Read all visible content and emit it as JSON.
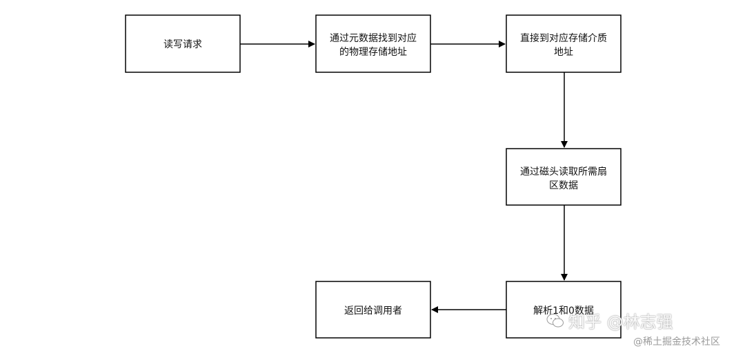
{
  "nodes": [
    {
      "id": "n1",
      "label_lines": [
        "读写请求"
      ]
    },
    {
      "id": "n2",
      "label_lines": [
        "通过元数据找到对应",
        "的物理存储地址"
      ]
    },
    {
      "id": "n3",
      "label_lines": [
        "直接到对应存储介质",
        "地址"
      ]
    },
    {
      "id": "n4",
      "label_lines": [
        "通过磁头读取所需扇",
        "区数据"
      ]
    },
    {
      "id": "n5",
      "label_lines": [
        "解析1和0数据"
      ]
    },
    {
      "id": "n6",
      "label_lines": [
        "返回给调用者"
      ]
    }
  ],
  "edges": [
    {
      "from": "n1",
      "to": "n2"
    },
    {
      "from": "n2",
      "to": "n3"
    },
    {
      "from": "n3",
      "to": "n4"
    },
    {
      "from": "n4",
      "to": "n5"
    },
    {
      "from": "n5",
      "to": "n6"
    }
  ],
  "watermark": {
    "main": "知乎 @林志强",
    "sub": "@稀土掘金技术社区"
  }
}
